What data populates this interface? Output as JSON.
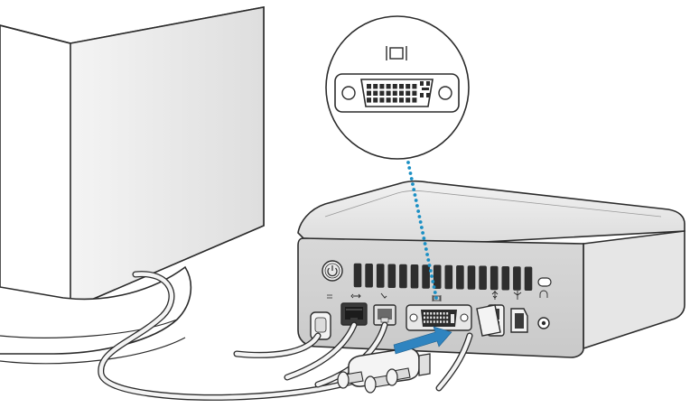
{
  "diagram": {
    "callout_port_symbol": "display-port-symbol",
    "connection_arrow_icon": "arrow-icon",
    "colors": {
      "callout_dots": "#1a8fc4",
      "arrow": "#2f84c0",
      "outline": "#2b2b2b",
      "mac_body_top": "#e9e9e9",
      "mac_back_panel": "#d4d4d4",
      "cable_fill": "#f4f4f4"
    },
    "ports": [
      {
        "name": "power-port",
        "symbol": "power-icon"
      },
      {
        "name": "firewire-port",
        "symbol": "firewire-icon"
      },
      {
        "name": "ethernet-port",
        "symbol": "ethernet-icon"
      },
      {
        "name": "modem-port",
        "symbol": "modem-icon"
      },
      {
        "name": "dvi-port",
        "symbol": "display-icon"
      },
      {
        "name": "usb-port",
        "symbol": "usb-icon"
      },
      {
        "name": "firewire-800-port",
        "symbol": "firewire-icon"
      },
      {
        "name": "headphone-port",
        "symbol": "headphone-icon"
      }
    ]
  }
}
